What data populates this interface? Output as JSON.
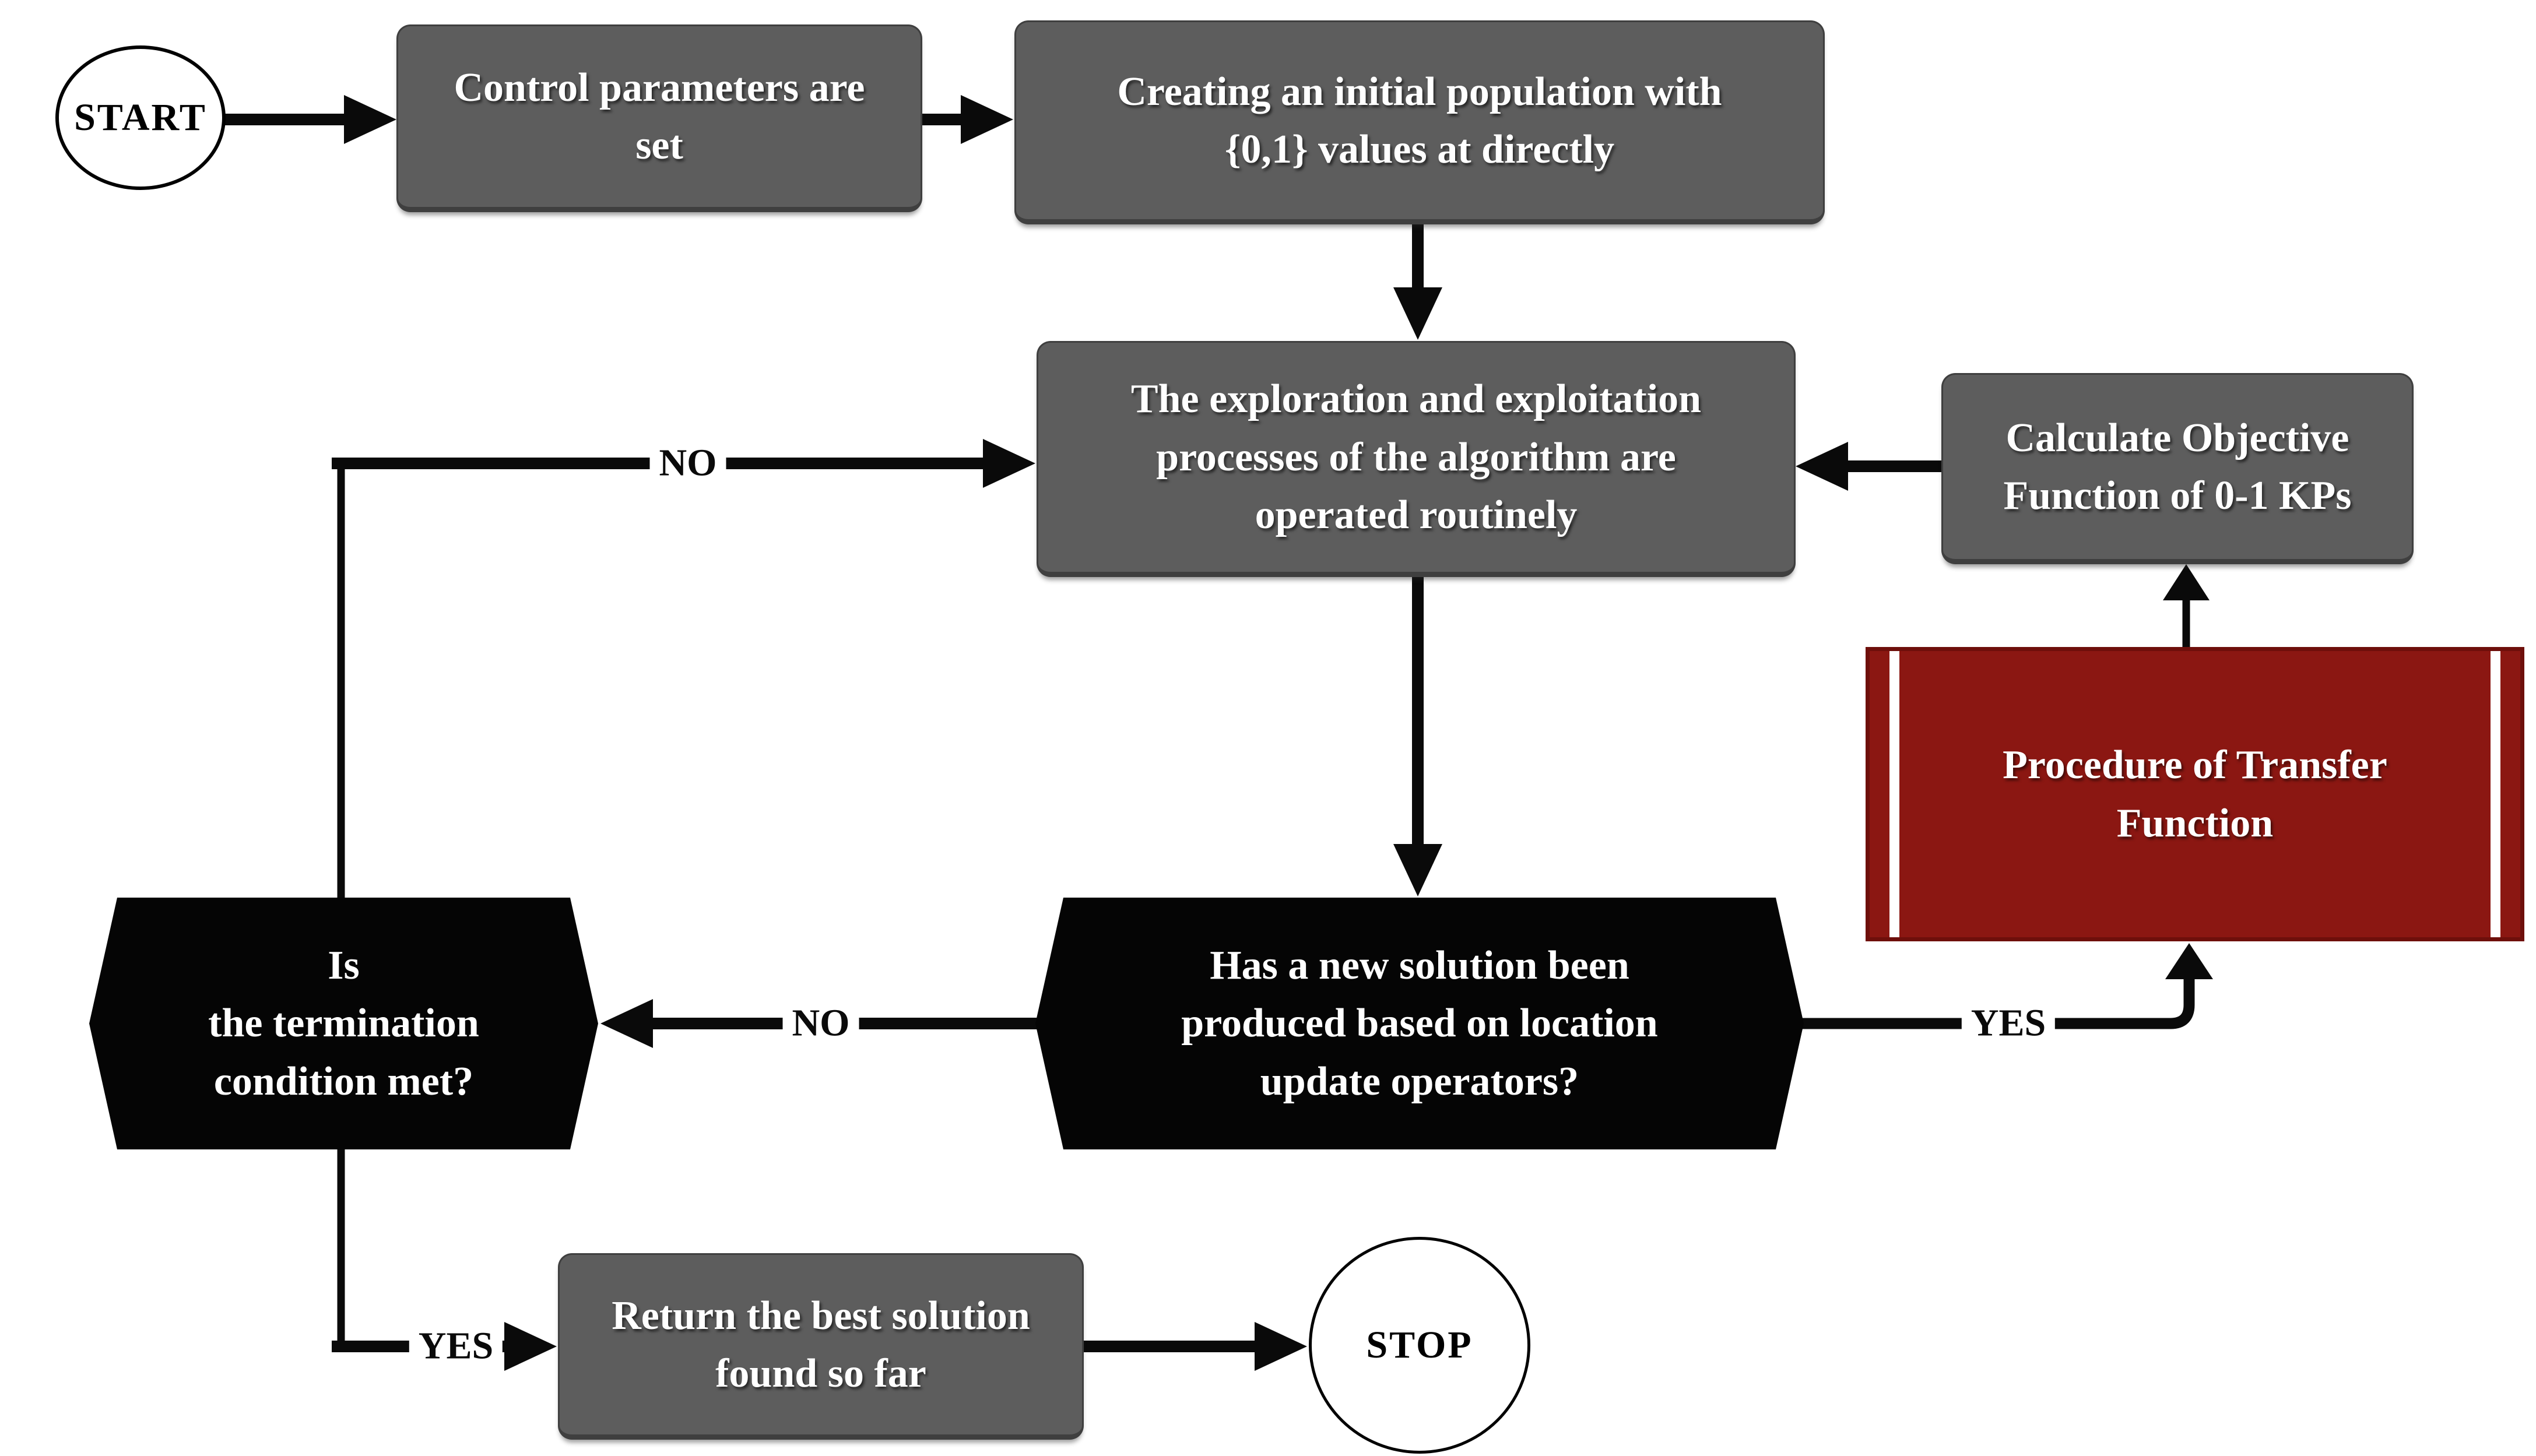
{
  "flowchart": {
    "nodes": {
      "start": {
        "label": "START",
        "type": "terminator"
      },
      "control_params": {
        "label": "Control parameters are\nset",
        "type": "process"
      },
      "init_population": {
        "label": "Creating an initial population with\n{0,1} values at directly",
        "type": "process"
      },
      "exploration": {
        "label": "The exploration and exploitation\nprocesses of the algorithm are\noperated routinely",
        "type": "process"
      },
      "calc_objective": {
        "label": "Calculate Objective\nFunction of 0-1 KPs",
        "type": "process"
      },
      "transfer_function": {
        "label": "Procedure of Transfer\nFunction",
        "type": "predefined-process"
      },
      "new_solution": {
        "label": "Has a new solution been\nproduced based on location\nupdate operators?",
        "type": "decision"
      },
      "termination": {
        "label": "Is\nthe termination\ncondition met?",
        "type": "decision"
      },
      "return_best": {
        "label": "Return the best solution\nfound so far",
        "type": "process"
      },
      "stop": {
        "label": "STOP",
        "type": "terminator"
      }
    },
    "edge_labels": {
      "termination_no": "NO",
      "new_solution_no": "NO",
      "new_solution_yes": "YES",
      "termination_yes": "YES"
    },
    "colors": {
      "background": "#FFFFFF",
      "process_fill": "#5D5D5D",
      "process_border": "#3F3F3F",
      "decision_fill": "#050505",
      "predefined_fill": "#8B1712",
      "predefined_border": "#6E0F0B",
      "text_light": "#FFFFFF",
      "line": "#0A0A0A"
    }
  }
}
